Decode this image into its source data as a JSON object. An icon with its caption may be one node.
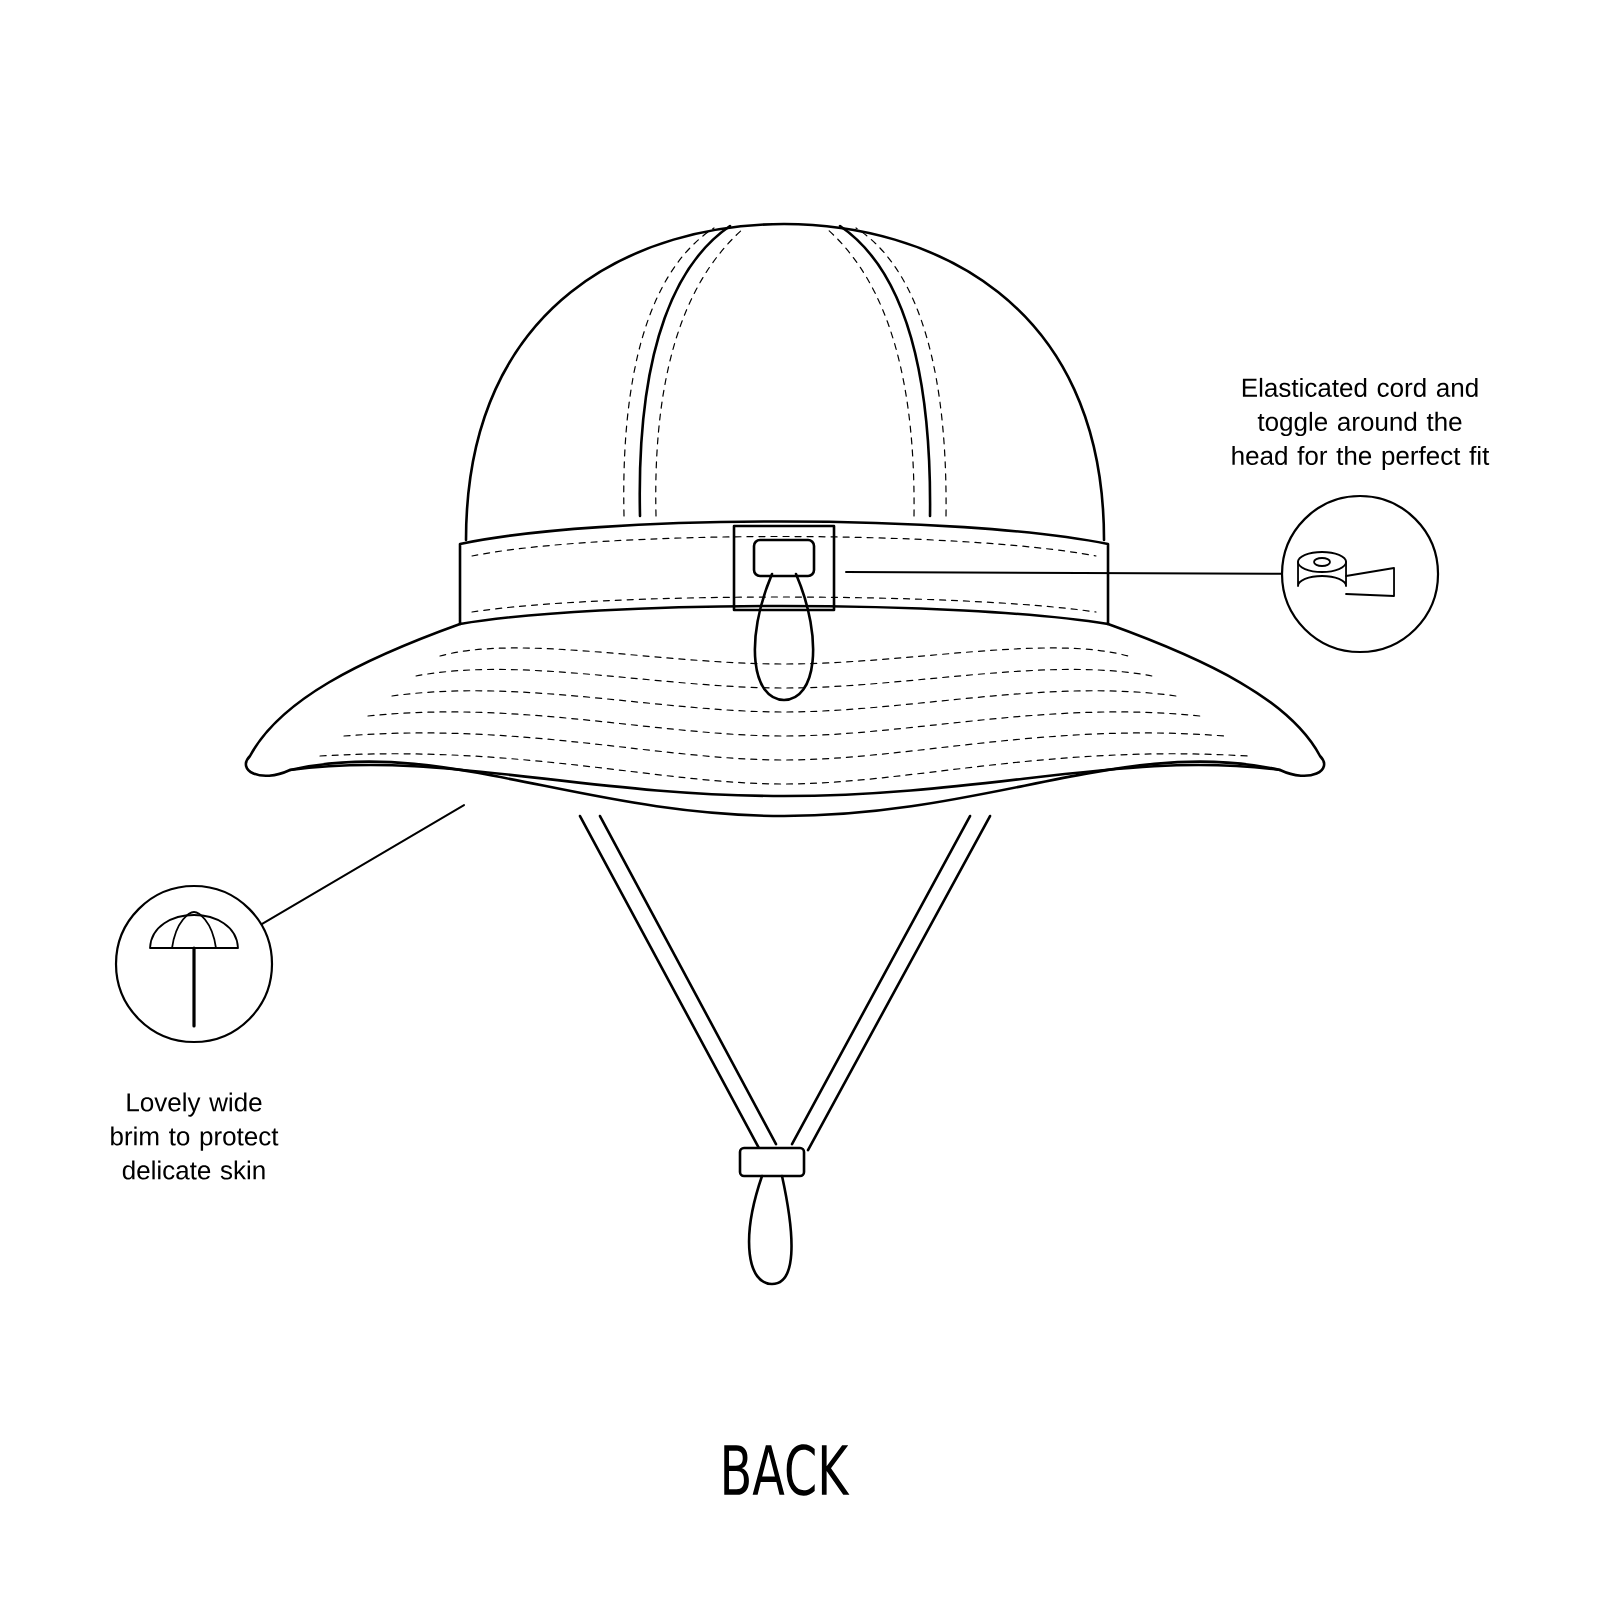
{
  "diagram": {
    "title": "BACK",
    "nodes": [
      {
        "text": [],
        "shape": "circle",
        "beside": [
          "Elasticated cord and toggle around the head for the perfect fit"
        ]
      },
      {
        "text": [],
        "shape": "band"
      },
      {
        "text": [],
        "shape": "circle",
        "beside": [
          "Lovely wide brim to protect delicate skin"
        ]
      },
      {
        "text": [],
        "shape": "brim"
      }
    ],
    "edges": [
      {
        "from": 0,
        "to": 1,
        "arrow": "none"
      },
      {
        "from": 2,
        "to": 3,
        "arrow": "none"
      }
    ]
  }
}
